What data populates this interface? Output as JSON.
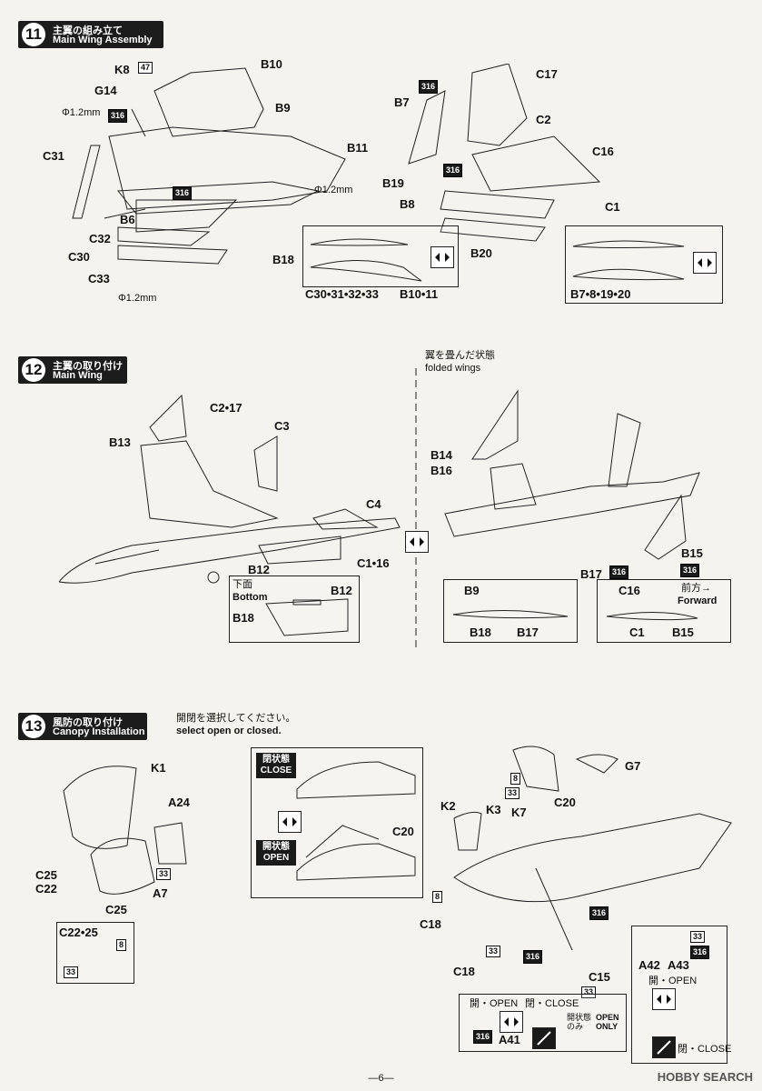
{
  "steps": [
    {
      "number": "11",
      "title_jp": "主翼の組み立て",
      "title_en": "Main Wing Assembly"
    },
    {
      "number": "12",
      "title_jp": "主翼の取り付け",
      "title_en": "Main Wing"
    },
    {
      "number": "13",
      "title_jp": "風防の取り付け",
      "title_en": "Canopy Installation"
    }
  ],
  "step11": {
    "drill": "Φ1.2mm",
    "parts": [
      "K8",
      "G14",
      "B10",
      "B9",
      "B11",
      "C31",
      "B6",
      "C32",
      "C30",
      "C33",
      "B18",
      "C17",
      "B7",
      "C2",
      "C16",
      "B19",
      "B8",
      "C1",
      "B20"
    ],
    "tags": {
      "k8_tag": "47",
      "tag316": "316"
    },
    "detail_left": "C30•31•32•33",
    "detail_mid": "B10•11",
    "detail_right": "B7•8•19•20"
  },
  "step12": {
    "folded_jp": "翼を畳んだ状態",
    "folded_en": "folded wings",
    "parts": [
      "C2•17",
      "B13",
      "C3",
      "C4",
      "C1•16",
      "B12",
      "B14",
      "B16",
      "B15",
      "B17"
    ],
    "bottom_jp": "下面",
    "bottom_en": "Bottom",
    "inset_b12": "B12",
    "inset_b18": "B18",
    "detail_b9": "B9",
    "detail_b18": "B18",
    "detail_b17": "B17",
    "detail_c16": "C16",
    "detail_c1": "C1",
    "detail_b15": "B15",
    "forward_jp": "前方→",
    "forward_en": "Forward"
  },
  "step13": {
    "select_jp": "開閉を選択してください。",
    "select_en": "select open or closed.",
    "closed_jp": "閉状態",
    "closed_en": "CLOSE",
    "open_jp": "開状態",
    "open_en": "OPEN",
    "parts": [
      "K1",
      "A24",
      "C25",
      "C22",
      "A7",
      "C22•25",
      "C20",
      "G7",
      "K2",
      "K3",
      "K7",
      "C18",
      "C15",
      "A42",
      "A43",
      "A41"
    ],
    "tag8": "8",
    "tag33": "33",
    "tag316": "316",
    "open_label": "開・OPEN",
    "close_label": "閉・CLOSE",
    "open_only_jp": "開状態のみ",
    "open_only_en": "OPEN ONLY"
  },
  "footer": "—6—",
  "watermark": "HOBBY SEARCH"
}
